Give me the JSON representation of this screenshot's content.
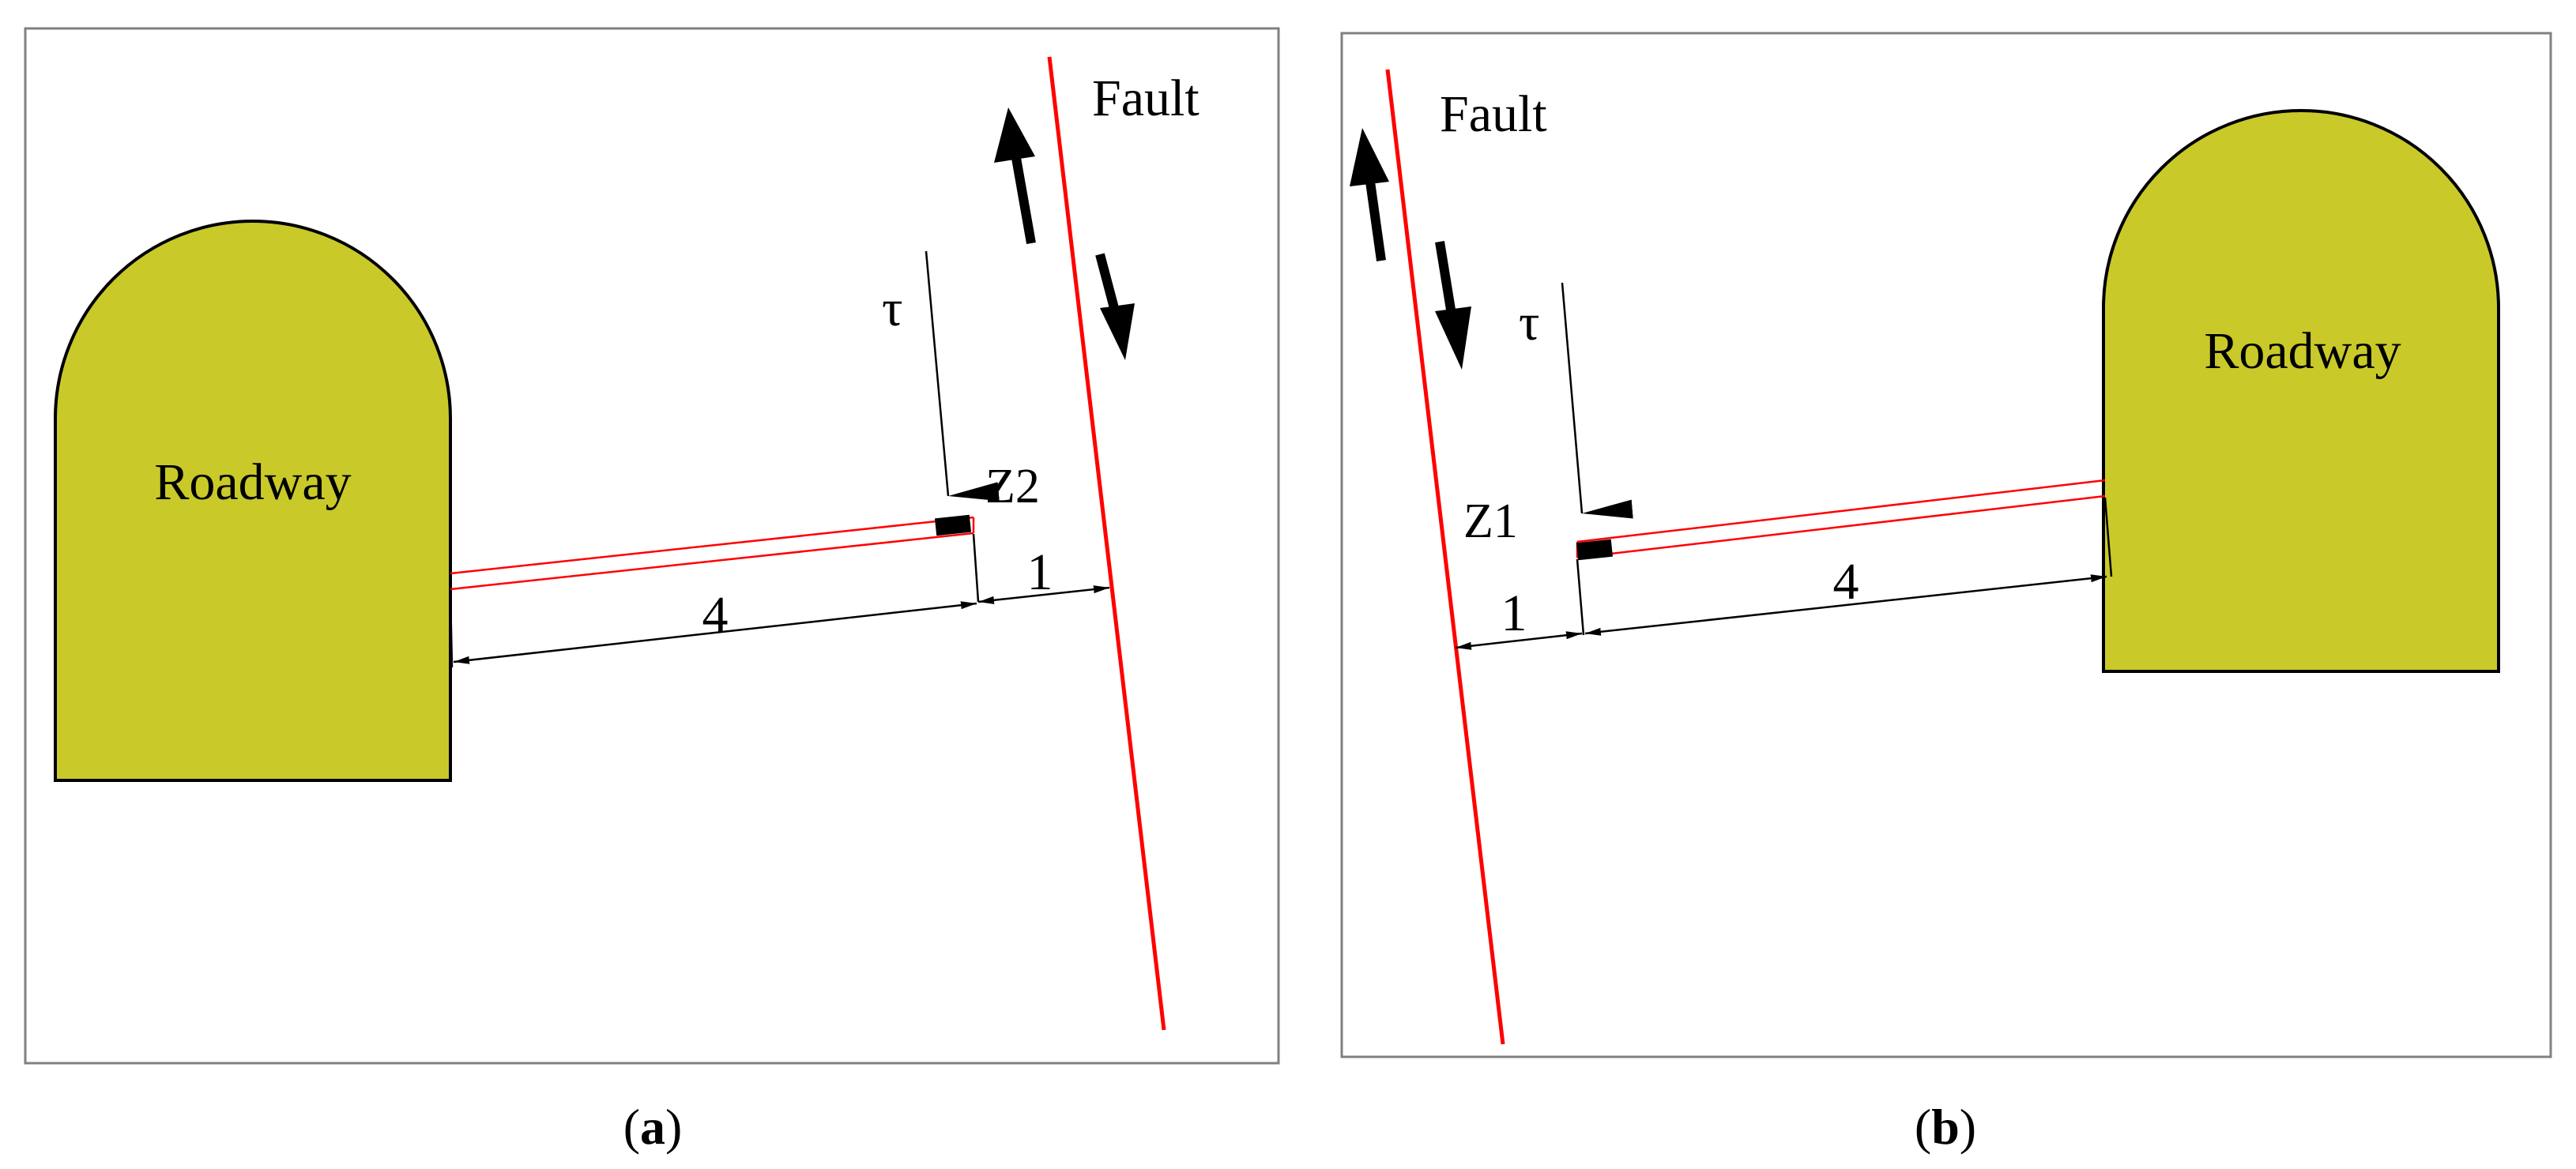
{
  "panel_a": {
    "caption_open": "(",
    "caption_letter": "a",
    "caption_close": ")",
    "roadway_label": "Roadway",
    "fault_label": "Fault",
    "stress_label": "τ",
    "sensor_label": "Z2",
    "dim_long": "4",
    "dim_short": "1"
  },
  "panel_b": {
    "caption_open": "(",
    "caption_letter": "b",
    "caption_close": ")",
    "roadway_label": "Roadway",
    "fault_label": "Fault",
    "stress_label": "τ",
    "sensor_label": "Z1",
    "dim_long": "4",
    "dim_short": "1"
  },
  "colors": {
    "roadway_fill": "#c9c92a",
    "fault_line": "#ff0000",
    "borehole_line": "#ff0000",
    "outline": "#000000",
    "frame": "#808080"
  }
}
